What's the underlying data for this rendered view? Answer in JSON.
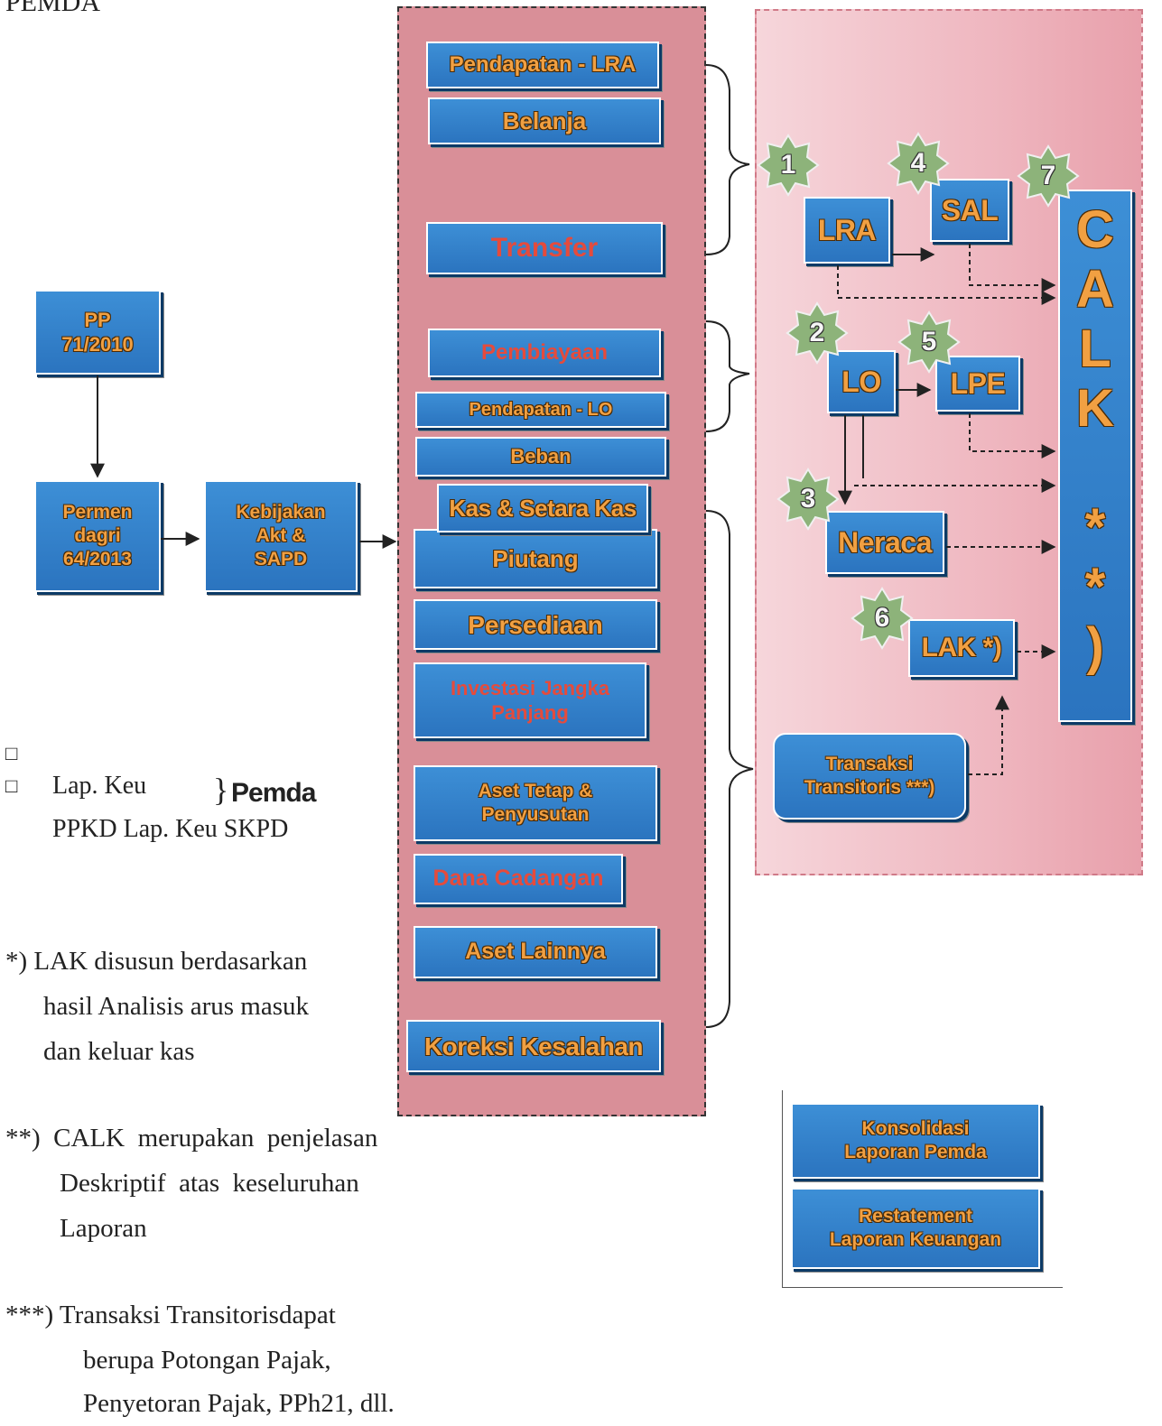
{
  "header": {
    "title_fragment": "PEMDA"
  },
  "left": {
    "pp": "PP\n71/2010",
    "permendagri": "Permen\ndagri\n64/2013",
    "kebijakan": "Kebijakan\nAkt &\nSAPD"
  },
  "middle": {
    "items": [
      "Pendapatan - LRA",
      "Belanja",
      "Transfer",
      "Pembiayaan",
      "Pendapatan - LO",
      "Beban",
      "Kas & Setara Kas",
      "Piutang",
      "Persediaan",
      "Investasi Jangka\nPanjang",
      "Aset Tetap &\nPenyusutan",
      "Dana Cadangan",
      "Aset Lainnya",
      "Koreksi Kesalahan"
    ]
  },
  "right": {
    "reports": {
      "lra": "LRA",
      "sal": "SAL",
      "lo": "LO",
      "lpe": "LPE",
      "neraca": "Neraca",
      "lak": "LAK *)",
      "calk": "C\nA\nL\nK\n\n*\n*\n)",
      "transitoris": "Transaksi\nTransitoris ***)"
    },
    "badges": [
      "1",
      "2",
      "3",
      "4",
      "5",
      "6",
      "7"
    ]
  },
  "legend": {
    "konsolidasi": "Konsolidasi\nLaporan Pemda",
    "restatement": "Restatement\nLaporan Keuangan"
  },
  "notes": {
    "box1_symbol": "□",
    "box2_symbol": "□",
    "lapkeu": "Lap. Keu",
    "brace": "}",
    "pemda": "Pemda",
    "ppkd": "PPKD Lap. Keu SKPD",
    "lak_note_1": "*) LAK disusun berdasarkan",
    "lak_note_2": "hasil  Analisis arus masuk",
    "lak_note_3": "dan keluar kas",
    "calk_note_1": "**)  CALK  merupakan  penjelasan",
    "calk_note_2": "Deskriptif  atas  keseluruhan",
    "calk_note_3": "Laporan",
    "trans_note_1": "***) Transaksi Transitorisdapat",
    "trans_note_2": "berupa Potongan Pajak,",
    "trans_note_3": "Penyetoran Pajak, PPh21, dll."
  },
  "colors": {
    "box_blue": "#2f7ec9",
    "label_orange": "#f1a042",
    "label_red": "#e54b3c",
    "panel_pink": "#d98f98",
    "badge_green": "#8db37a"
  }
}
